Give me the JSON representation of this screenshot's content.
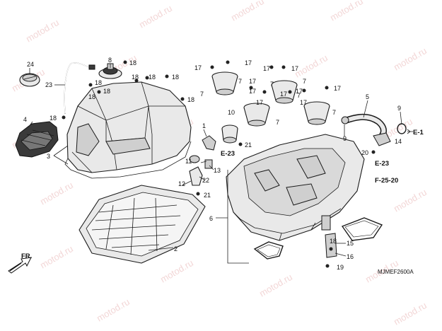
{
  "watermark": "motod.ru",
  "diagram_code": "MJMEF2600A",
  "direction": "FR.",
  "references": [
    "E-1",
    "E-23",
    "E-23",
    "F-25-20"
  ],
  "labels": {
    "l1": "1",
    "l2": "2",
    "l3": "3",
    "l4": "4",
    "l5": "5",
    "l6": "6",
    "l7a": "7",
    "l7b": "7",
    "l7c": "7",
    "l7d": "7",
    "l7e": "7",
    "l7f": "7",
    "l7g": "7",
    "l8": "8",
    "l9a": "9",
    "l9b": "9",
    "l10": "10",
    "l11": "11",
    "l12": "12",
    "l13": "13",
    "l14": "14",
    "l15": "15",
    "l16": "16",
    "l17a": "17",
    "l17b": "17",
    "l17c": "17",
    "l17d": "17",
    "l17e": "17",
    "l17f": "17",
    "l17g": "17",
    "l17h": "17",
    "l17i": "17",
    "l17j": "17",
    "l17k": "17",
    "l18a": "18",
    "l18b": "18",
    "l18c": "18",
    "l18d": "18",
    "l18e": "18",
    "l18f": "18",
    "l18g": "18",
    "l18h": "18",
    "l18i": "18",
    "l19": "19",
    "l20": "20",
    "l21a": "21",
    "l21b": "21",
    "l22": "22",
    "l23": "23",
    "l24": "24"
  }
}
